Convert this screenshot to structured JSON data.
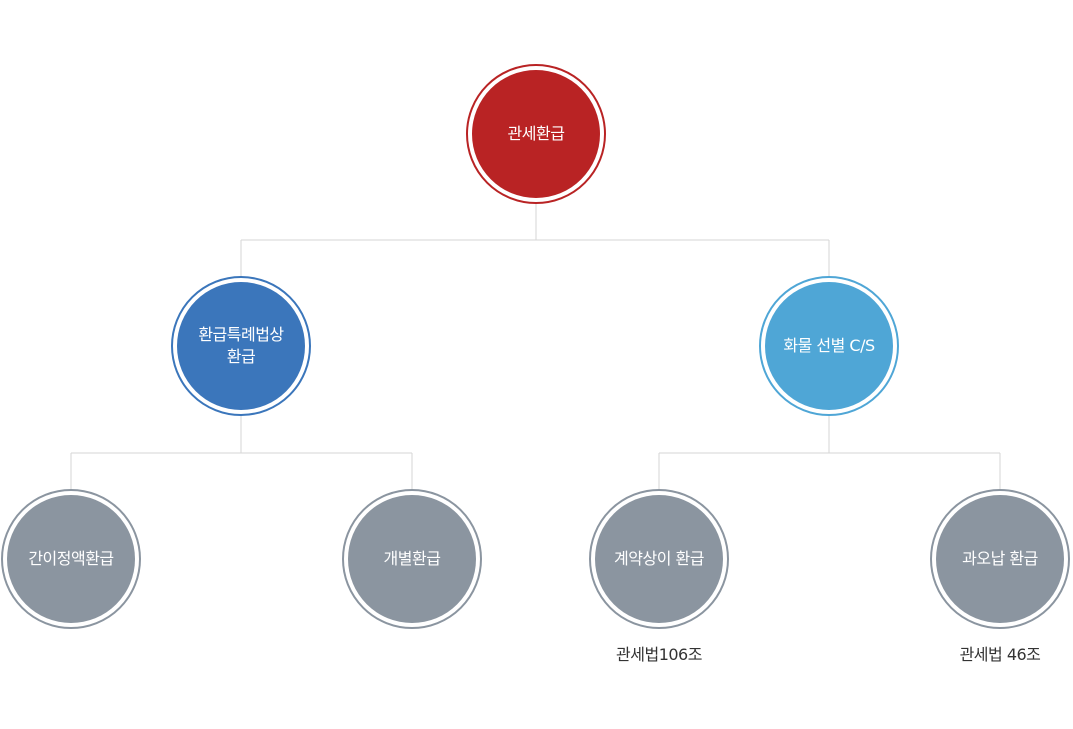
{
  "root": {
    "label": "관세환급",
    "color": "#b92324"
  },
  "branches": [
    {
      "label": "환급특례법상\n환급",
      "color": "#3b76bb",
      "children": [
        {
          "label": "간이정액환급",
          "note": ""
        },
        {
          "label": "개별환급",
          "note": ""
        }
      ]
    },
    {
      "label": "화물 선별 C/S",
      "color": "#4fa6d6",
      "children": [
        {
          "label": "계약상이 환급",
          "note": "관세법106조"
        },
        {
          "label": "과오납 환급",
          "note": "관세법 46조"
        }
      ]
    }
  ],
  "leaf_color": "#8b95a0",
  "connector_color": "#d6d6d6"
}
